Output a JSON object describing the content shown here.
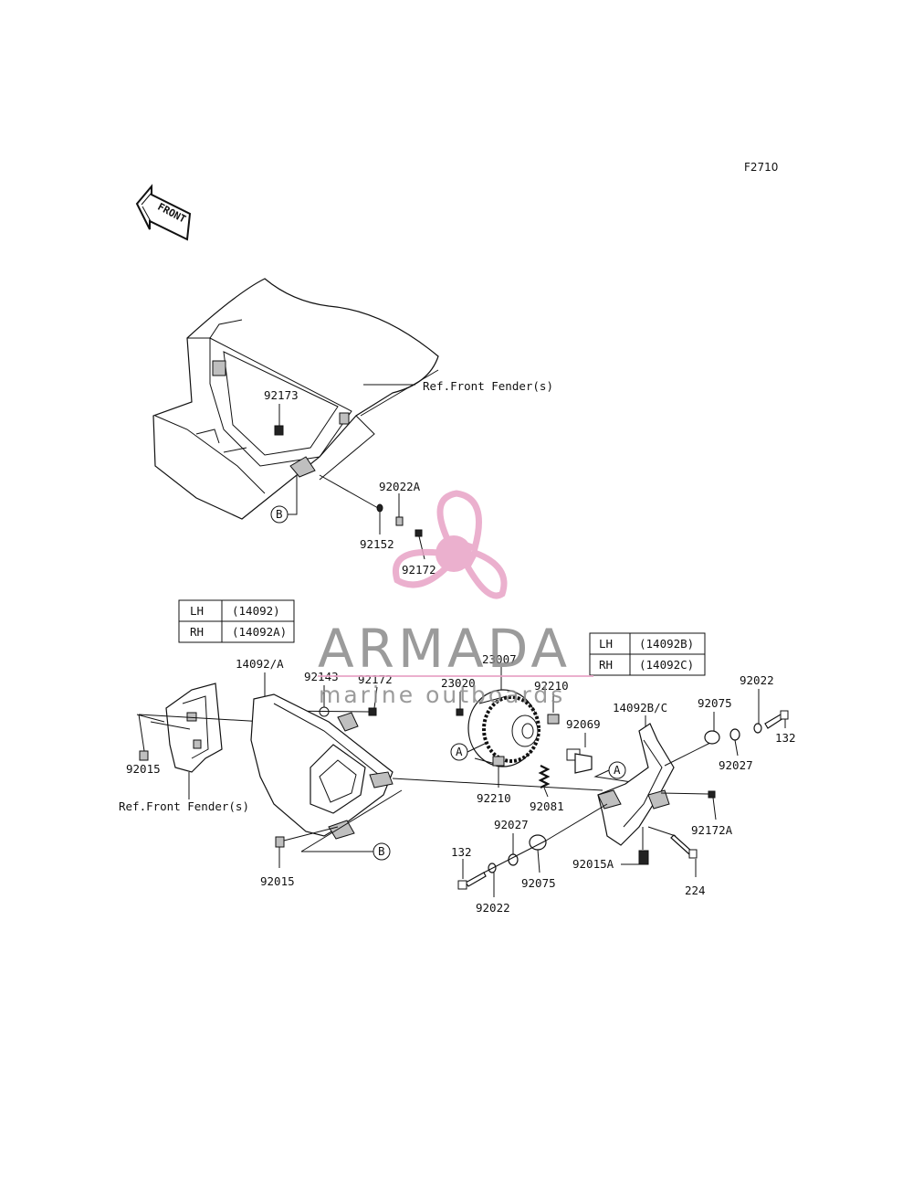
{
  "figure_code": "F2710",
  "front_arrow_label": "FRONT",
  "reference_labels": {
    "fender_top": "Ref.Front Fender(s)",
    "fender_left": "Ref.Front Fender(s)"
  },
  "callouts": {
    "a1": "A",
    "a2": "A",
    "b1": "B",
    "b2": "B"
  },
  "parts": {
    "p92173": "92173",
    "p92022A": "92022A",
    "p92152": "92152",
    "p92172_top": "92172",
    "p14092A": "14092/A",
    "p92143": "92143",
    "p92172_mid": "92172",
    "p92015_left": "92015",
    "p92015_bottom": "92015",
    "p23007": "23007",
    "p23020": "23020",
    "p92210_top": "92210",
    "p92069": "92069",
    "p92210_bottom": "92210",
    "p92081": "92081",
    "p14092BC": "14092B/C",
    "p92075_top": "92075",
    "p92022_top": "92022",
    "p132_top": "132",
    "p92027_top": "92027",
    "p92172A": "92172A",
    "p92027_bottom": "92027",
    "p132_bottom": "132",
    "p92075_bottom": "92075",
    "p92022_bottom": "92022",
    "p92015A": "92015A",
    "p224": "224"
  },
  "table_left": {
    "rows": [
      {
        "side": "LH",
        "code": "(14092)"
      },
      {
        "side": "RH",
        "code": "(14092A)"
      }
    ]
  },
  "table_right": {
    "rows": [
      {
        "side": "LH",
        "code": "(14092B)"
      },
      {
        "side": "RH",
        "code": "(14092C)"
      }
    ]
  },
  "watermark": {
    "brand": "ARMADA",
    "tagline": "marine outboards",
    "color_logo": "#e8a3c6",
    "color_text": "#8a8a8a"
  }
}
